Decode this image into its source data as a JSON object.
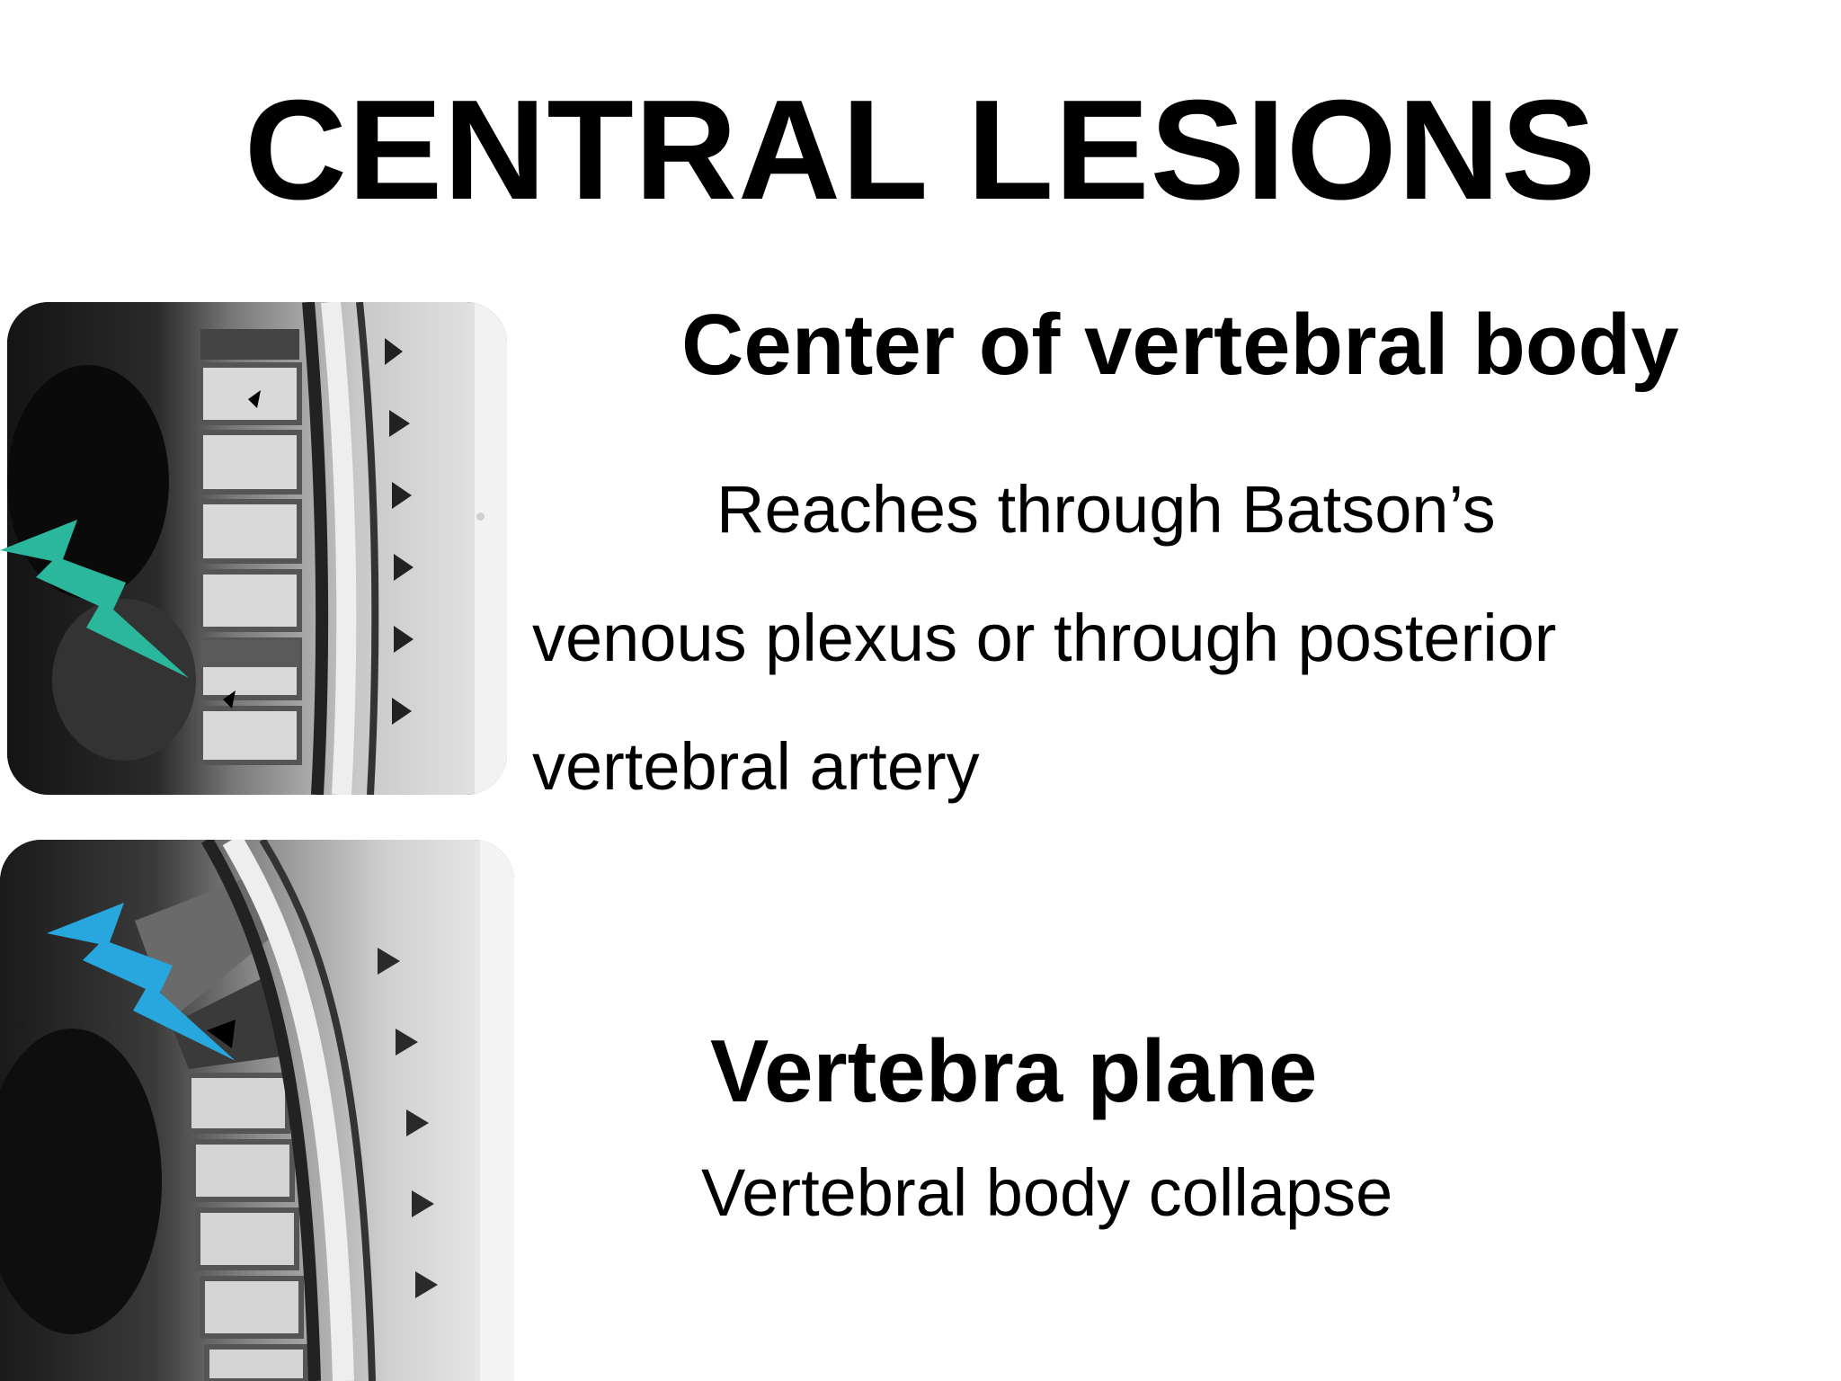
{
  "slide": {
    "title": "CENTRAL LESIONS",
    "section1": {
      "heading": "Center of vertebral body",
      "lines": [
        "Reaches through Batson’s",
        "venous plexus or through posterior",
        "vertebral artery"
      ]
    },
    "section2": {
      "heading": "Vertebra plane",
      "lines": [
        "Vertebral body collapse"
      ]
    }
  },
  "colors": {
    "bolt_top": "#2bb79b",
    "bolt_bottom": "#27a7de",
    "text": "#000000",
    "background": "#ffffff"
  },
  "icons": {
    "top_marker": "lightning-bolt-icon",
    "bottom_marker": "lightning-bolt-icon"
  }
}
